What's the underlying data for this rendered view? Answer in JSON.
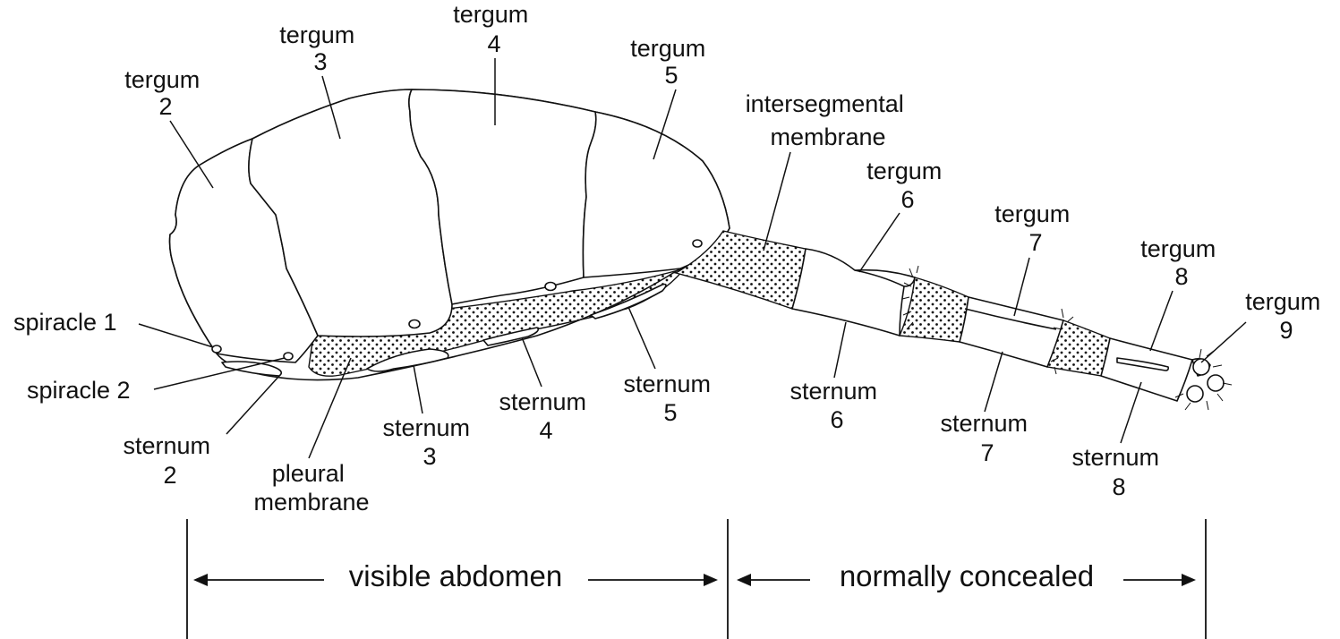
{
  "labels": {
    "tergum_2": [
      "tergum",
      "2"
    ],
    "tergum_3": [
      "tergum",
      "3"
    ],
    "tergum_4": [
      "tergum",
      "4"
    ],
    "tergum_5": [
      "tergum",
      "5"
    ],
    "tergum_6": [
      "tergum",
      "6"
    ],
    "tergum_7": [
      "tergum",
      "7"
    ],
    "tergum_8": [
      "tergum",
      "8"
    ],
    "tergum_9": [
      "tergum",
      "9"
    ],
    "intersegmental_membrane": [
      "intersegmental",
      "membrane"
    ],
    "spiracle_1": "spiracle 1",
    "spiracle_2": "spiracle 2",
    "sternum_2": [
      "sternum",
      "2"
    ],
    "pleural_membrane": [
      "pleural",
      "membrane"
    ],
    "sternum_3": [
      "sternum",
      "3"
    ],
    "sternum_4": [
      "sternum",
      "4"
    ],
    "sternum_5": [
      "sternum",
      "5"
    ],
    "sternum_6": [
      "sternum",
      "6"
    ],
    "sternum_7": [
      "sternum",
      "7"
    ],
    "sternum_8": [
      "sternum",
      "8"
    ]
  },
  "regions": {
    "visible": "visible abdomen",
    "concealed": "normally concealed"
  },
  "colors": {
    "ink": "#111111",
    "background": "#ffffff"
  }
}
